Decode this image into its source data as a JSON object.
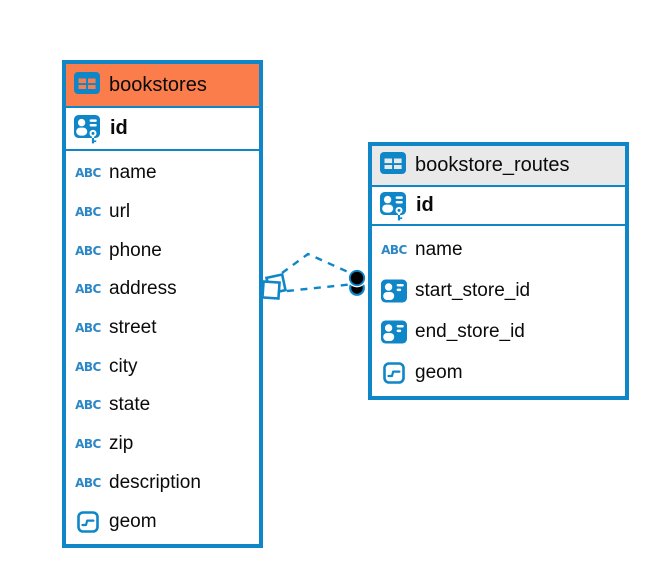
{
  "colors": {
    "accent_blue": "#0f86c8",
    "header_orange": "#fa7d4b",
    "header_gray": "#e9e9e9",
    "text": "#0a0a0a",
    "dot_black": "#000000"
  },
  "icons": {
    "text_type_glyph": "ABC"
  },
  "tables": [
    {
      "name": "bookstores",
      "keys": [
        {
          "label": "id",
          "type_icon": "primary-key-icon"
        }
      ],
      "columns": [
        {
          "label": "name",
          "type_icon": "text-type-icon"
        },
        {
          "label": "url",
          "type_icon": "text-type-icon"
        },
        {
          "label": "phone",
          "type_icon": "text-type-icon"
        },
        {
          "label": "address",
          "type_icon": "text-type-icon"
        },
        {
          "label": "street",
          "type_icon": "text-type-icon"
        },
        {
          "label": "city",
          "type_icon": "text-type-icon"
        },
        {
          "label": "state",
          "type_icon": "text-type-icon"
        },
        {
          "label": "zip",
          "type_icon": "text-type-icon"
        },
        {
          "label": "description",
          "type_icon": "text-type-icon"
        },
        {
          "label": "geom",
          "type_icon": "geometry-type-icon"
        }
      ]
    },
    {
      "name": "bookstore_routes",
      "keys": [
        {
          "label": "id",
          "type_icon": "primary-key-icon"
        }
      ],
      "columns": [
        {
          "label": "name",
          "type_icon": "text-type-icon"
        },
        {
          "label": "start_store_id",
          "type_icon": "reference-type-icon"
        },
        {
          "label": "end_store_id",
          "type_icon": "reference-type-icon"
        },
        {
          "label": "geom",
          "type_icon": "geometry-type-icon"
        }
      ]
    }
  ],
  "relationship": {
    "style": "dashed",
    "line_count": 2
  }
}
